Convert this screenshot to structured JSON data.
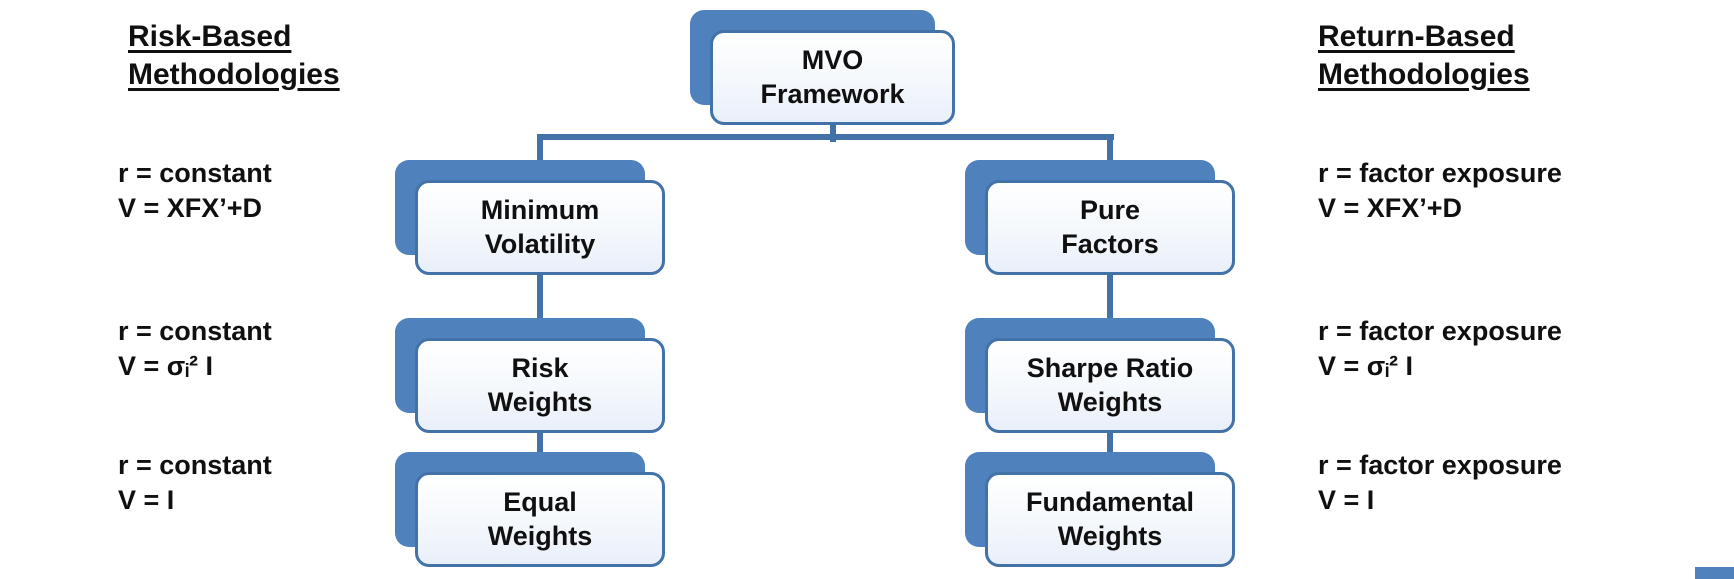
{
  "headings": {
    "left": "Risk-Based\nMethodologies",
    "right": "Return-Based\nMethodologies"
  },
  "root": {
    "label": "MVO\nFramework"
  },
  "left_branch": {
    "nodes": [
      {
        "label": "Minimum\nVolatility",
        "annotation": "r = constant\nV = XFX’+D"
      },
      {
        "label": "Risk\nWeights",
        "annotation": "r = constant\nV = σᵢ² I"
      },
      {
        "label": "Equal\nWeights",
        "annotation": "r = constant\nV = I"
      }
    ]
  },
  "right_branch": {
    "nodes": [
      {
        "label": "Pure\nFactors",
        "annotation": "r = factor exposure\nV = XFX’+D"
      },
      {
        "label": "Sharpe Ratio\nWeights",
        "annotation": "r = factor exposure\nV = σᵢ² I"
      },
      {
        "label": "Fundamental\nWeights",
        "annotation": "r = factor exposure\nV = I"
      }
    ]
  },
  "colors": {
    "box_fill_blue": "#4f81bd",
    "border_line_blue": "#4272a8",
    "face_tint": "#e9effa",
    "text": "#101010",
    "background": "#ffffff"
  }
}
